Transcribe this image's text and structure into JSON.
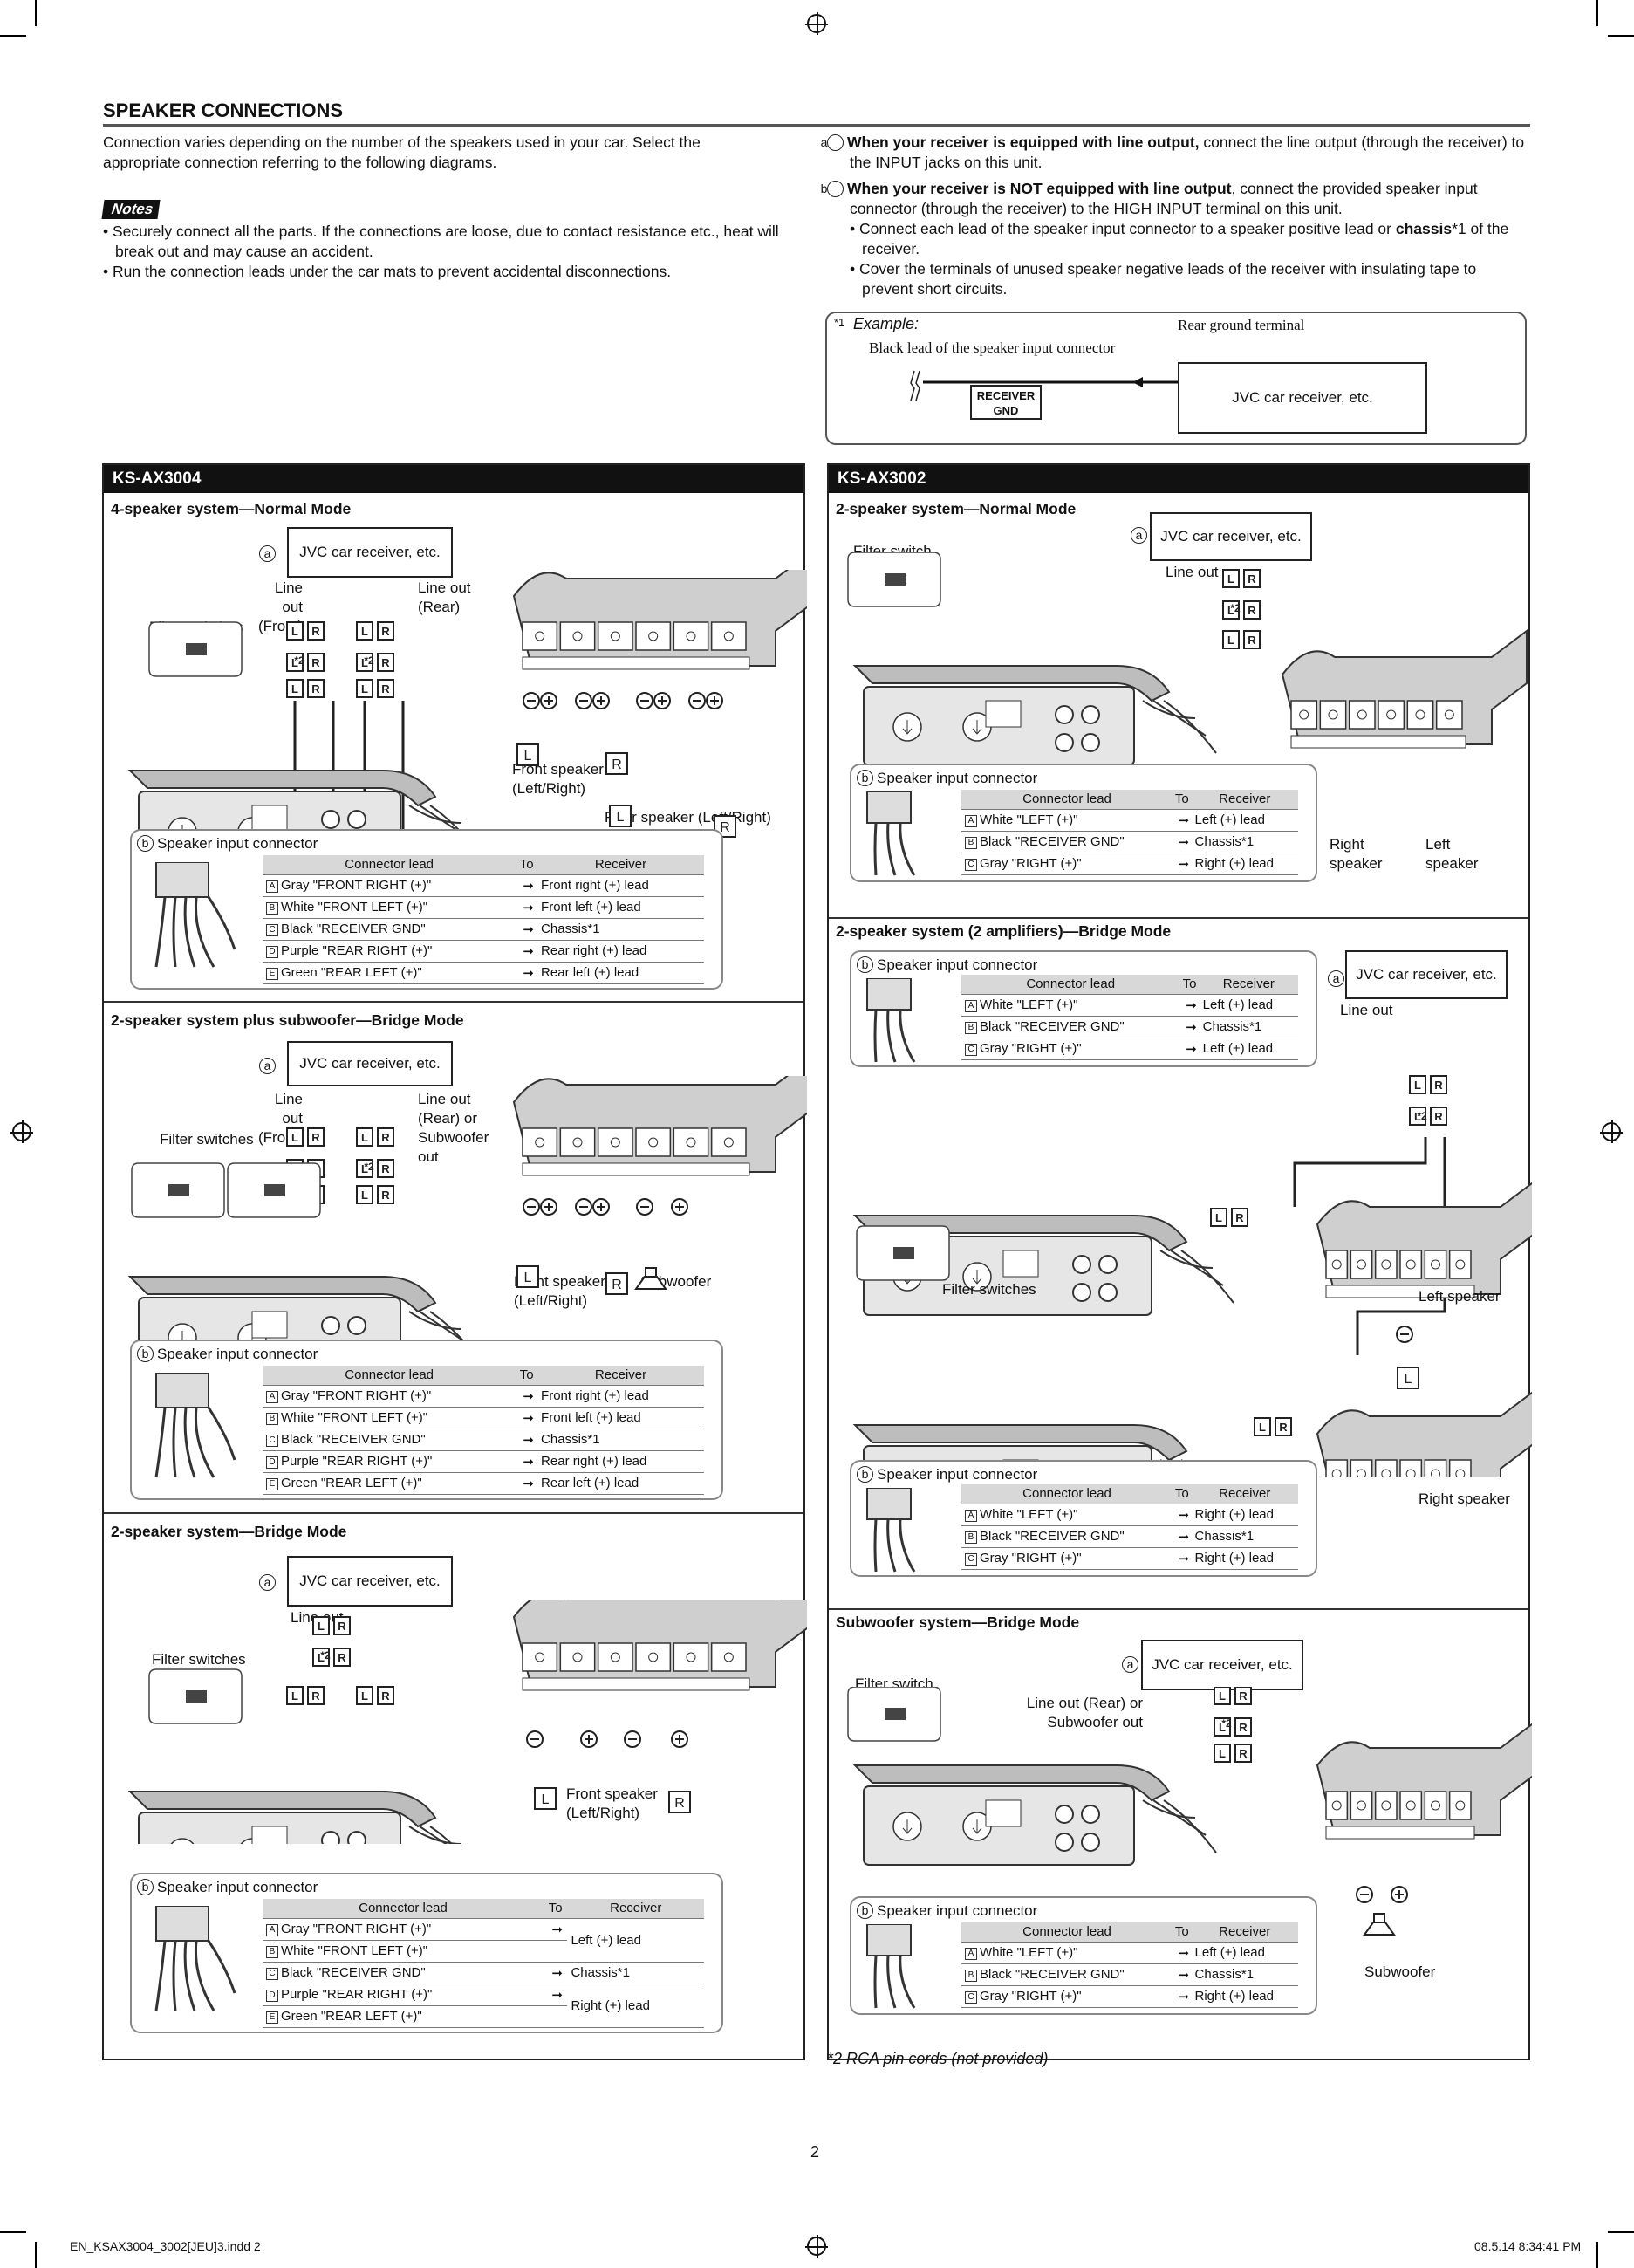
{
  "page_number": "2",
  "footer_left": "EN_KSAX3004_3002[JEU]3.indd   2",
  "footer_right": "08.5.14   8:34:41 PM",
  "title": "SPEAKER CONNECTIONS",
  "intro": "Connection varies depending on the number of the speakers used in your car. Select the appropriate connection referring to the following diagrams.",
  "notes_label": "Notes",
  "notes": [
    "Securely connect all the parts. If the connections are loose, due to contact resistance etc., heat will break out and may cause an accident.",
    "Run the connection leads under the car mats to prevent accidental disconnections."
  ],
  "right_intro": {
    "a_bold": "When your receiver is equipped with line output,",
    "a_text": " connect the line output (through the receiver) to the INPUT jacks on this unit.",
    "b_bold": "When your receiver is NOT equipped with line output",
    "b_text": ", connect the provided speaker input connector (through the receiver) to the HIGH INPUT terminal on this unit.",
    "bullet1_pre": "Connect each lead of the speaker input connector to a speaker positive lead or ",
    "bullet1_bold": "chassis",
    "bullet1_post": "*1 of the receiver.",
    "bullet2": "Cover the terminals of unused speaker negative leads of the receiver with insulating tape to prevent short circuits."
  },
  "example": {
    "marker": "*1",
    "label": "Example:",
    "black_lead": "Black lead of the speaker input connector",
    "rear_ground": "Rear ground terminal",
    "receiver_gnd": "RECEIVER GND",
    "jvc": "JVC car receiver, etc."
  },
  "common": {
    "jvc": "JVC car receiver, etc.",
    "speaker_input_connector": "Speaker input connector",
    "th_lead": "Connector lead",
    "th_to": "To",
    "th_receiver": "Receiver",
    "arrow": "➞",
    "star2": "*2",
    "a": "a",
    "b": "b",
    "L": "L",
    "R": "R"
  },
  "left_panel": {
    "model": "KS-AX3004",
    "s1": {
      "title": "4-speaker system—Normal Mode",
      "line_out_front": "Line out (Front)",
      "line_out_rear": "Line out (Rear)",
      "filter": "Filter switches",
      "front_speaker": "Front speaker (Left/Right)",
      "rear_speaker": "Rear speaker (Left/Right)",
      "rows": [
        [
          "A",
          "Gray \"FRONT RIGHT (+)\"",
          "Front right (+) lead"
        ],
        [
          "B",
          "White \"FRONT LEFT (+)\"",
          "Front left (+) lead"
        ],
        [
          "C",
          "Black \"RECEIVER GND\"",
          "Chassis*1"
        ],
        [
          "D",
          "Purple \"REAR RIGHT (+)\"",
          "Rear right (+) lead"
        ],
        [
          "E",
          "Green \"REAR LEFT (+)\"",
          "Rear left (+) lead"
        ]
      ]
    },
    "s2": {
      "title": "2-speaker system plus subwoofer—Bridge Mode",
      "line_out_front": "Line out (Front)",
      "line_out_rear": "Line out (Rear) or Subwoofer out",
      "filter": "Filter switches",
      "front_speaker": "Front speaker (Left/Right)",
      "subwoofer": "Subwoofer",
      "rows": [
        [
          "A",
          "Gray \"FRONT RIGHT (+)\"",
          "Front right (+) lead"
        ],
        [
          "B",
          "White \"FRONT LEFT (+)\"",
          "Front left (+) lead"
        ],
        [
          "C",
          "Black \"RECEIVER GND\"",
          "Chassis*1"
        ],
        [
          "D",
          "Purple \"REAR RIGHT (+)\"",
          "Rear right (+) lead"
        ],
        [
          "E",
          "Green \"REAR LEFT (+)\"",
          "Rear left (+) lead"
        ]
      ]
    },
    "s3": {
      "title": "2-speaker system—Bridge Mode",
      "line_out": "Line out",
      "filter": "Filter switches",
      "front_speaker": "Front speaker (Left/Right)",
      "rows": [
        [
          "A",
          "Gray \"FRONT RIGHT (+)\""
        ],
        [
          "B",
          "White \"FRONT LEFT (+)\""
        ],
        [
          "C",
          "Black \"RECEIVER GND\""
        ],
        [
          "D",
          "Purple \"REAR RIGHT (+)\""
        ],
        [
          "E",
          "Green \"REAR LEFT (+)\""
        ]
      ],
      "recv_left": "Left (+) lead",
      "recv_chassis": "Chassis*1",
      "recv_right": "Right (+) lead"
    }
  },
  "right_panel": {
    "model": "KS-AX3002",
    "s1": {
      "title": "2-speaker system—Normal Mode",
      "filter": "Filter switch",
      "line_out": "Line out",
      "right_speaker": "Right speaker",
      "left_speaker": "Left speaker",
      "rows": [
        [
          "A",
          "White \"LEFT (+)\"",
          "Left (+) lead"
        ],
        [
          "B",
          "Black \"RECEIVER GND\"",
          "Chassis*1"
        ],
        [
          "C",
          "Gray \"RIGHT (+)\"",
          "Right (+) lead"
        ]
      ]
    },
    "s2": {
      "title": "2-speaker system (2 amplifiers)—Bridge Mode",
      "line_out": "Line out",
      "filter": "Filter switches",
      "left_speaker": "Left speaker",
      "right_speaker": "Right speaker",
      "rows1": [
        [
          "A",
          "White \"LEFT (+)\"",
          "Left (+) lead"
        ],
        [
          "B",
          "Black \"RECEIVER GND\"",
          "Chassis*1"
        ],
        [
          "C",
          "Gray \"RIGHT (+)\"",
          "Left (+) lead"
        ]
      ],
      "rows2": [
        [
          "A",
          "White \"LEFT (+)\"",
          "Right (+) lead"
        ],
        [
          "B",
          "Black \"RECEIVER GND\"",
          "Chassis*1"
        ],
        [
          "C",
          "Gray \"RIGHT (+)\"",
          "Right (+) lead"
        ]
      ]
    },
    "s3": {
      "title": "Subwoofer system—Bridge Mode",
      "filter": "Filter switch",
      "line_out": "Line out (Rear) or Subwoofer out",
      "subwoofer": "Subwoofer",
      "rows": [
        [
          "A",
          "White \"LEFT (+)\"",
          "Left (+) lead"
        ],
        [
          "B",
          "Black \"RECEIVER GND\"",
          "Chassis*1"
        ],
        [
          "C",
          "Gray \"RIGHT (+)\"",
          "Right (+) lead"
        ]
      ]
    }
  },
  "footnote": "*2  RCA pin cords (not provided)"
}
